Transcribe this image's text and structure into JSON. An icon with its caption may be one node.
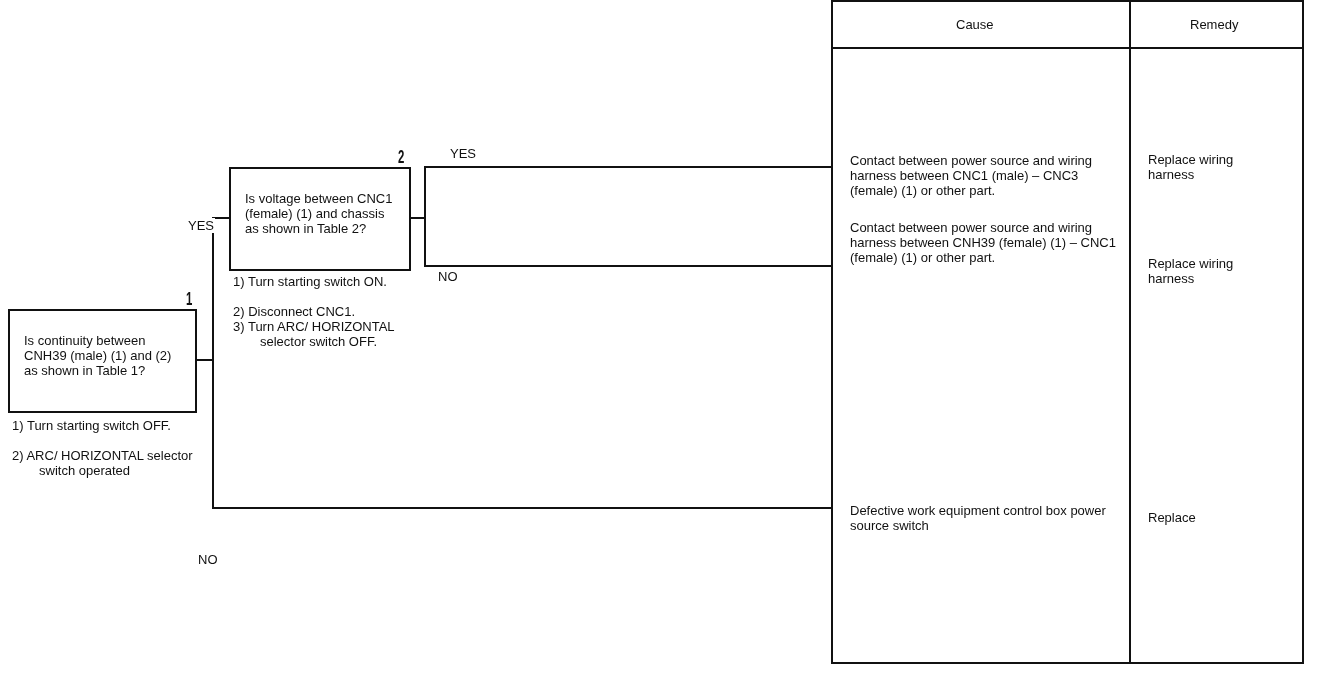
{
  "diagram": {
    "nodes": [
      {
        "text": [
          "Is continuity between CNH39 (male) (1) and (2) as shown in Table 1?"
        ],
        "beside": [
          "1",
          "1) Turn starting switch OFF.",
          "2) ARC/ HORIZONTAL selector switch operated"
        ]
      },
      {
        "text": [
          "Is voltage between CNC1 (female) (1) and chassis as shown in Table 2?"
        ],
        "beside": [
          "2",
          "1) Turn starting switch ON.",
          "2) Disconnect CNC1.",
          "3) Turn ARC/ HORIZONTAL selector switch OFF."
        ]
      },
      {
        "text": [
          "Contact between power source and wiring harness between CNC1 (male) – CNC3 (female) (1) or other part."
        ]
      },
      {
        "text": [
          "Contact between power source and wiring harness between CNH39 (female) (1) – CNC1 (female) (1) or other part."
        ]
      },
      {
        "text": [
          "Defective work equipment control box power source switch"
        ]
      }
    ],
    "edges": [
      {
        "from": 0,
        "to": 1,
        "arrow": "none",
        "label": "YES"
      },
      {
        "from": 0,
        "to": 4,
        "arrow": "none",
        "label": "NO"
      },
      {
        "from": 1,
        "to": 2,
        "arrow": "none",
        "label": "YES"
      },
      {
        "from": 1,
        "to": 3,
        "arrow": "none",
        "label": "NO"
      }
    ],
    "labels": [
      "Cause",
      "Remedy",
      "Replace wiring harness",
      "Replace wiring harness",
      "Replace"
    ]
  }
}
